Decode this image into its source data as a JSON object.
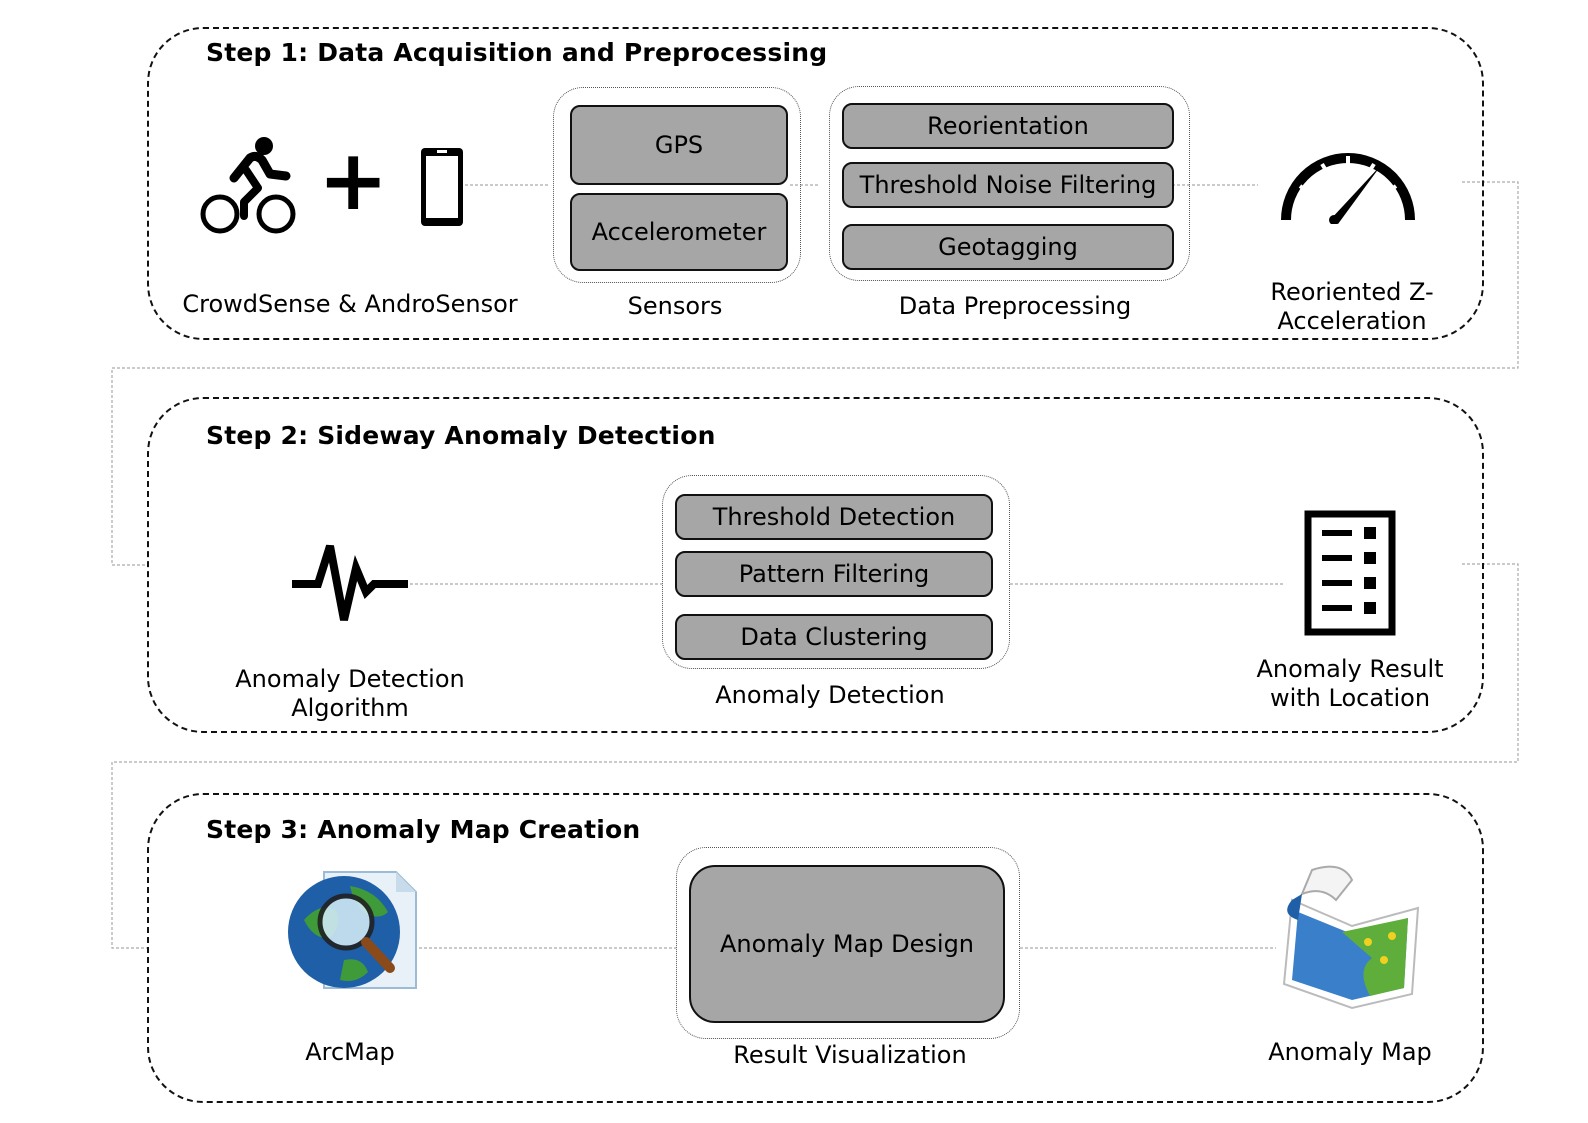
{
  "step1": {
    "title": "Step 1: Data Acquisition and Preprocessing",
    "source_label": "CrowdSense & AndroSensor",
    "plus_sign": "+",
    "sensors": {
      "label": "Sensors",
      "items": [
        "GPS",
        "Accelerometer"
      ]
    },
    "preprocessing": {
      "label": "Data Preprocessing",
      "items": [
        "Reorientation",
        "Threshold Noise Filtering",
        "Geotagging"
      ]
    },
    "output_label_line1": "Reoriented Z-",
    "output_label_line2": "Acceleration",
    "icons": [
      "cyclist-icon",
      "smartphone-icon",
      "speedometer-icon"
    ]
  },
  "step2": {
    "title": "Step 2: Sideway Anomaly Detection",
    "algorithm_label_line1": "Anomaly Detection",
    "algorithm_label_line2": "Algorithm",
    "detection": {
      "label": "Anomaly Detection",
      "items": [
        "Threshold Detection",
        "Pattern Filtering",
        "Data Clustering"
      ]
    },
    "result_label_line1": "Anomaly Result",
    "result_label_line2": "with Location",
    "icons": [
      "pulse-wave-icon",
      "checklist-icon"
    ]
  },
  "step3": {
    "title": "Step 3: Anomaly Map Creation",
    "tool_label": "ArcMap",
    "visualization": {
      "label": "Result Visualization",
      "item": "Anomaly Map Design"
    },
    "output_label": "Anomaly Map",
    "icons": [
      "arcmap-globe-icon",
      "anomaly-map-icon"
    ]
  },
  "colors": {
    "box_fill": "#a6a6a6",
    "border": "#111111",
    "connector": "#aaaaaa"
  }
}
